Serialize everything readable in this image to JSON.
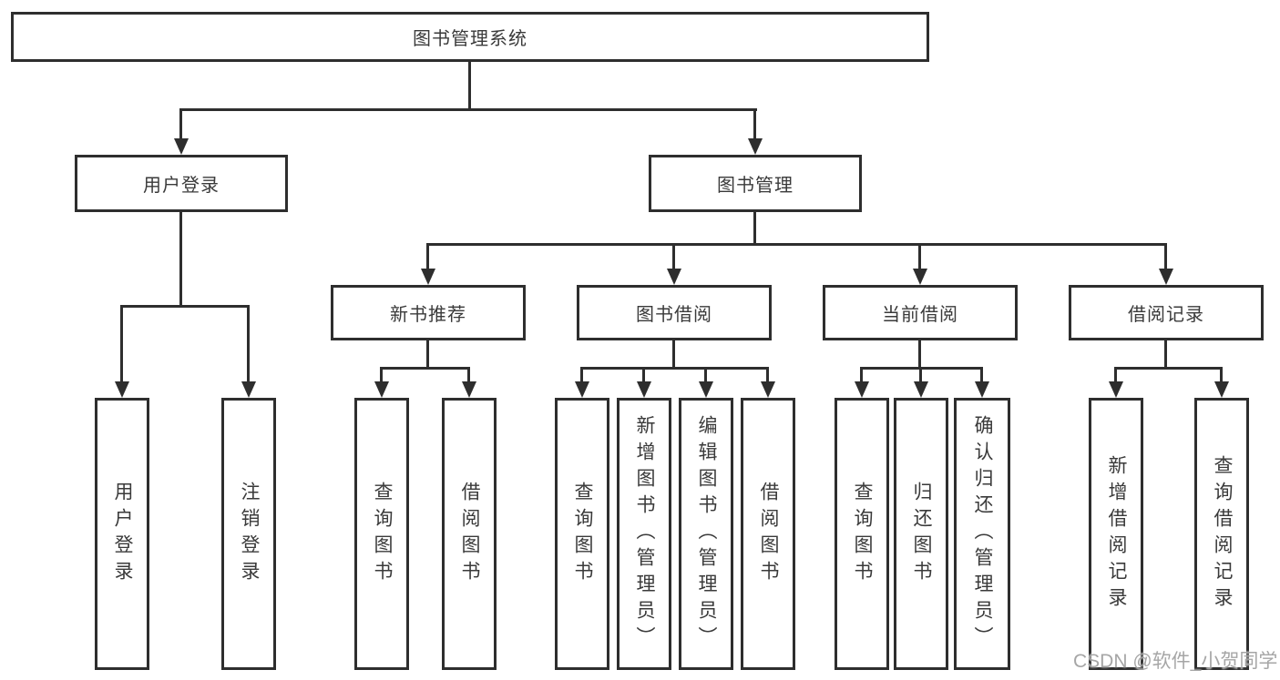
{
  "colors": {
    "line": "#2e2e2e",
    "box_border": "#2e2e2e",
    "box_background": "#ffffff",
    "text": "#3a3a3a",
    "watermark": "#9e9e9e",
    "page_background": "#ffffff"
  },
  "watermark": "CSDN @软件_小贺同学",
  "tree": {
    "root": "图书管理系统",
    "user": {
      "label": "用户登录",
      "children": [
        "用户登录",
        "注销登录"
      ]
    },
    "book": {
      "label": "图书管理",
      "sections": [
        {
          "label": "新书推荐",
          "children": [
            "查询图书",
            "借阅图书"
          ]
        },
        {
          "label": "图书借阅",
          "children": [
            "查询图书",
            "新增图书（管理员）",
            "编辑图书（管理员）",
            "借阅图书"
          ]
        },
        {
          "label": "当前借阅",
          "children": [
            "查询图书",
            "归还图书",
            "确认归还（管理员）"
          ]
        },
        {
          "label": "借阅记录",
          "children": [
            "新增借阅记录",
            "查询借阅记录"
          ]
        }
      ]
    }
  }
}
